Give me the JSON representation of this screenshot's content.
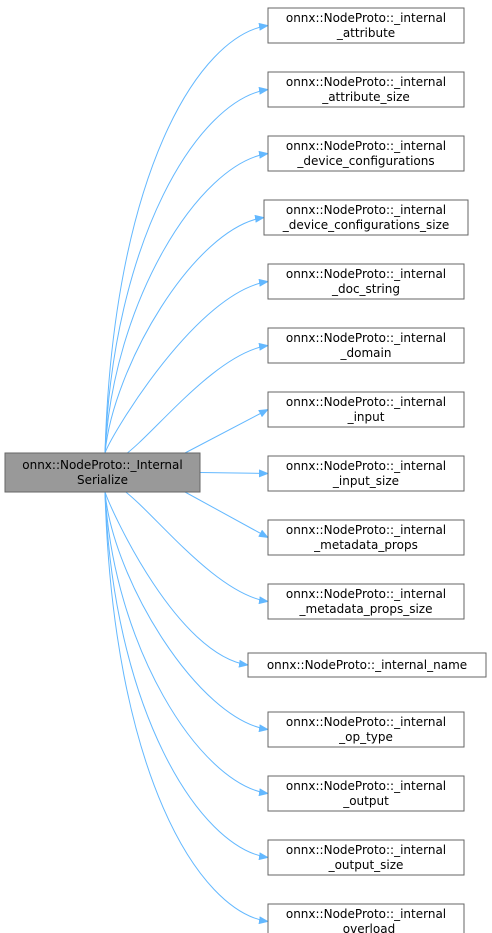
{
  "colors": {
    "edge": "#63b8ff",
    "node_border": "#666666",
    "node_fill": "#ffffff",
    "root_fill": "#999999",
    "text": "#000000"
  },
  "root": {
    "lines": [
      "onnx::NodeProto::_Internal",
      "Serialize"
    ]
  },
  "callees": [
    {
      "lines": [
        "onnx::NodeProto::_internal",
        "_attribute"
      ]
    },
    {
      "lines": [
        "onnx::NodeProto::_internal",
        "_attribute_size"
      ]
    },
    {
      "lines": [
        "onnx::NodeProto::_internal",
        "_device_configurations"
      ]
    },
    {
      "lines": [
        "onnx::NodeProto::_internal",
        "_device_configurations_size"
      ]
    },
    {
      "lines": [
        "onnx::NodeProto::_internal",
        "_doc_string"
      ]
    },
    {
      "lines": [
        "onnx::NodeProto::_internal",
        "_domain"
      ]
    },
    {
      "lines": [
        "onnx::NodeProto::_internal",
        "_input"
      ]
    },
    {
      "lines": [
        "onnx::NodeProto::_internal",
        "_input_size"
      ]
    },
    {
      "lines": [
        "onnx::NodeProto::_internal",
        "_metadata_props"
      ]
    },
    {
      "lines": [
        "onnx::NodeProto::_internal",
        "_metadata_props_size"
      ]
    },
    {
      "lines": [
        "onnx::NodeProto::_internal_name"
      ]
    },
    {
      "lines": [
        "onnx::NodeProto::_internal",
        "_op_type"
      ]
    },
    {
      "lines": [
        "onnx::NodeProto::_internal",
        "_output"
      ]
    },
    {
      "lines": [
        "onnx::NodeProto::_internal",
        "_output_size"
      ]
    },
    {
      "lines": [
        "onnx::NodeProto::_internal",
        "_overload"
      ]
    }
  ]
}
